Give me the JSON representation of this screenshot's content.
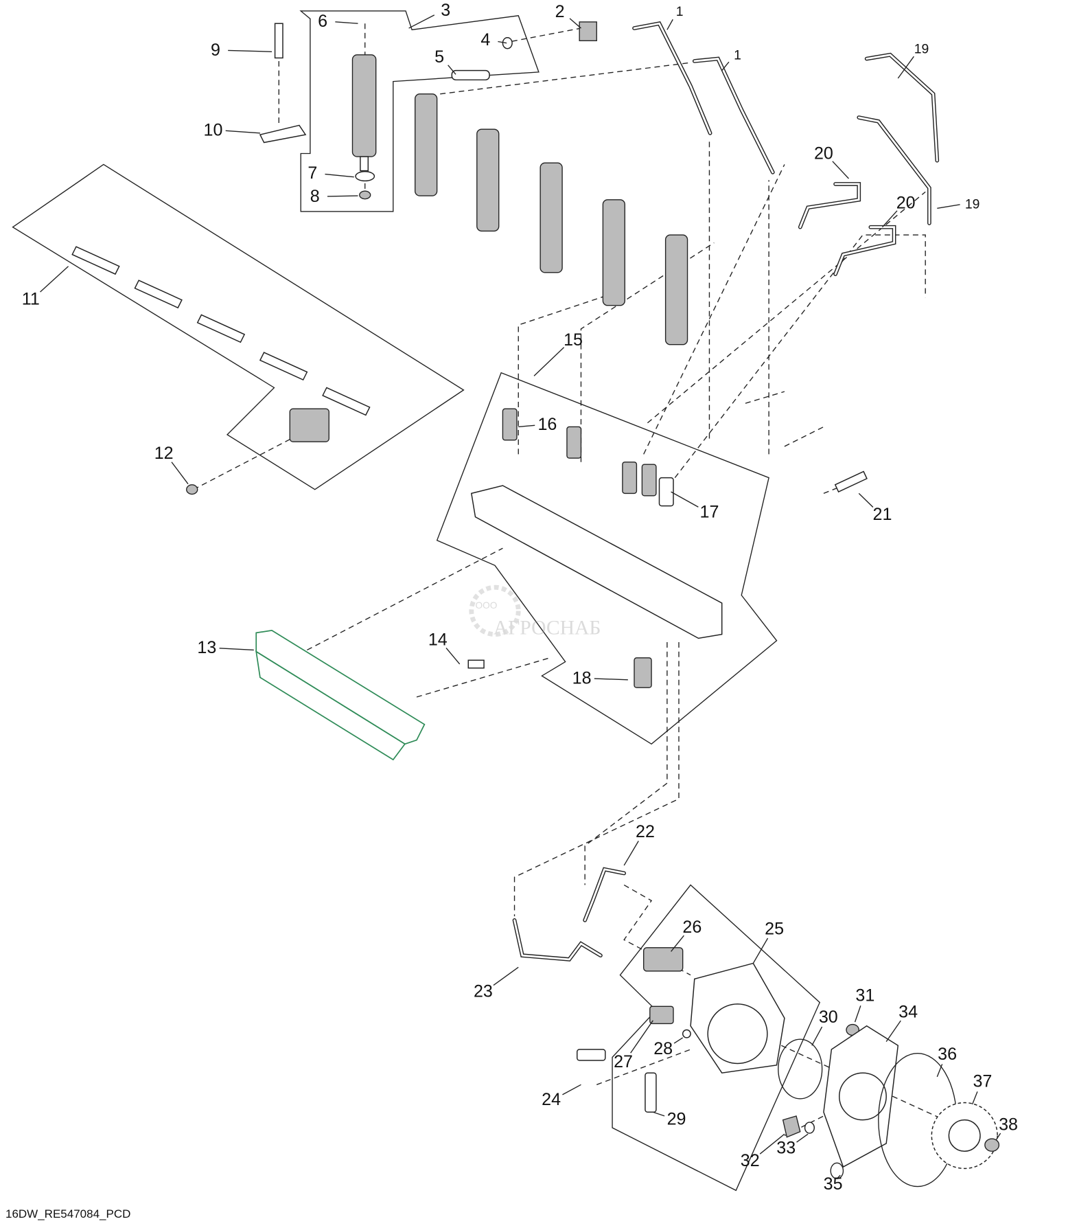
{
  "diagram": {
    "footer_code": "16DW_RE547084_PCD",
    "watermark": "АГРОСНАБ",
    "watermark_prefix": "ООО",
    "callouts": [
      "1",
      "1",
      "2",
      "3",
      "4",
      "5",
      "6",
      "7",
      "8",
      "9",
      "10",
      "11",
      "12",
      "13",
      "14",
      "15",
      "16",
      "17",
      "18",
      "19",
      "19",
      "20",
      "20",
      "21",
      "22",
      "23",
      "24",
      "25",
      "26",
      "27",
      "28",
      "29",
      "30",
      "31",
      "32",
      "33",
      "34",
      "35",
      "36",
      "37",
      "38"
    ],
    "colors": {
      "line": "#222222",
      "highlight": "#2e8b57",
      "watermark": "#c8c8c8"
    }
  }
}
